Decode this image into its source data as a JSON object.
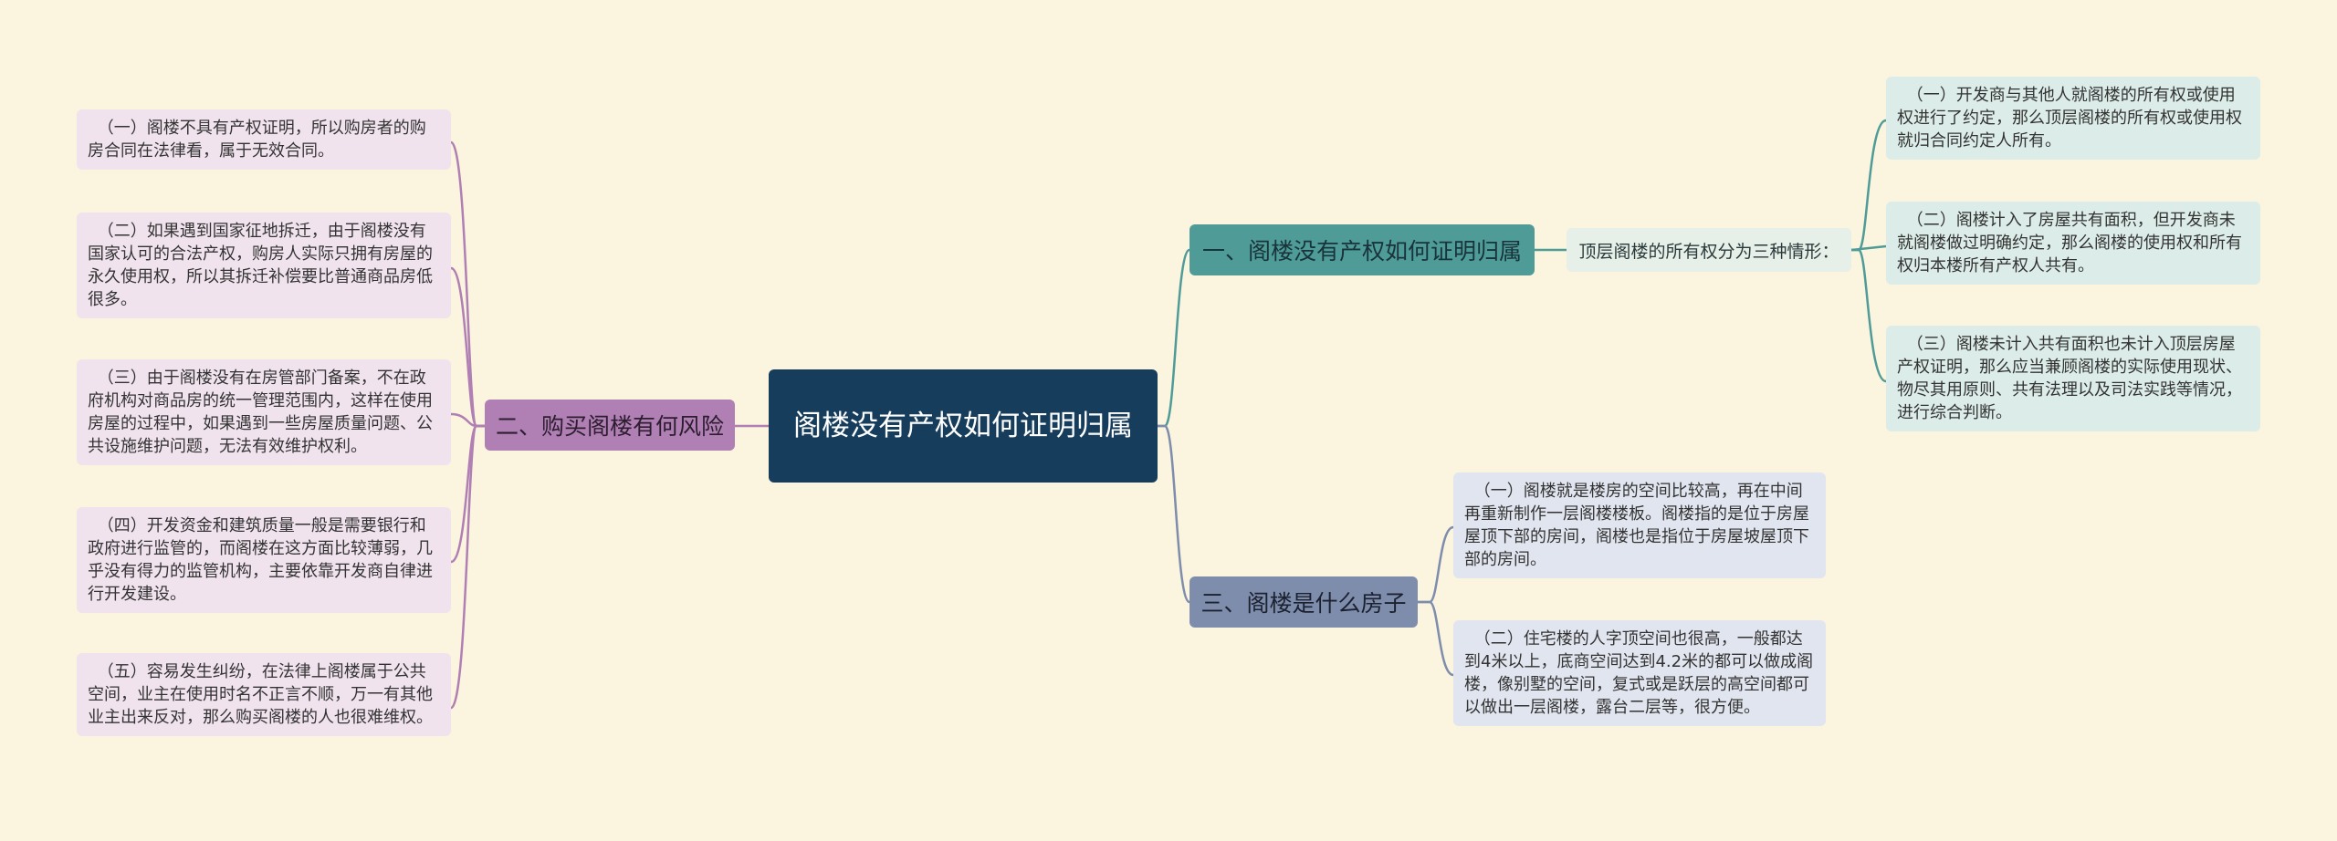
{
  "root": {
    "label": "阁楼没有产权如何证明归属"
  },
  "branches": [
    {
      "label": "一、阁楼没有产权如何证明归属",
      "intro": "顶层阁楼的所有权分为三种情形：",
      "items": [
        "（一）开发商与其他人就阁楼的所有权或使用权进行了约定，那么顶层阁楼的所有权或使用权就归合同约定人所有。",
        "（二）阁楼计入了房屋共有面积，但开发商未就阁楼做过明确约定，那么阁楼的使用权和所有权归本楼所有产权人共有。",
        "（三）阁楼未计入共有面积也未计入顶层房屋产权证明，那么应当兼顾阁楼的实际使用现状、物尽其用原则、共有法理以及司法实践等情况，进行综合判断。"
      ]
    },
    {
      "label": "二、购买阁楼有何风险",
      "items": [
        "（一）阁楼不具有产权证明，所以购房者的购房合同在法律看，属于无效合同。",
        "（二）如果遇到国家征地拆迁，由于阁楼没有国家认可的合法产权，购房人实际只拥有房屋的永久使用权，所以其拆迁补偿要比普通商品房低很多。",
        "（三）由于阁楼没有在房管部门备案，不在政府机构对商品房的统一管理范围内，这样在使用房屋的过程中，如果遇到一些房屋质量问题、公共设施维护问题，无法有效维护权利。",
        "（四）开发资金和建筑质量一般是需要银行和政府进行监管的，而阁楼在这方面比较薄弱，几乎没有得力的监管机构，主要依靠开发商自律进行开发建设。",
        "（五）容易发生纠纷，在法律上阁楼属于公共空间，业主在使用时名不正言不顺，万一有其他业主出来反对，那么购买阁楼的人也很难维权。"
      ]
    },
    {
      "label": "三、阁楼是什么房子",
      "items": [
        "（一）阁楼就是楼房的空间比较高，再在中间再重新制作一层阁楼楼板。阁楼指的是位于房屋屋顶下部的房间，阁楼也是指位于房屋坡屋顶下部的房间。",
        "（二）住宅楼的人字顶空间也很高，一般都达到4米以上，底商空间达到4.2米的都可以做成阁楼，像别墅的空间，复式或是跃层的高空间都可以做出一层阁楼，露台二层等，很方便。"
      ]
    }
  ],
  "colors": {
    "background": "#fbf4de",
    "root": "#173d5c",
    "branch1": "#4f9b98",
    "branch2": "#b07fb4",
    "branch3": "#7e8dac"
  }
}
